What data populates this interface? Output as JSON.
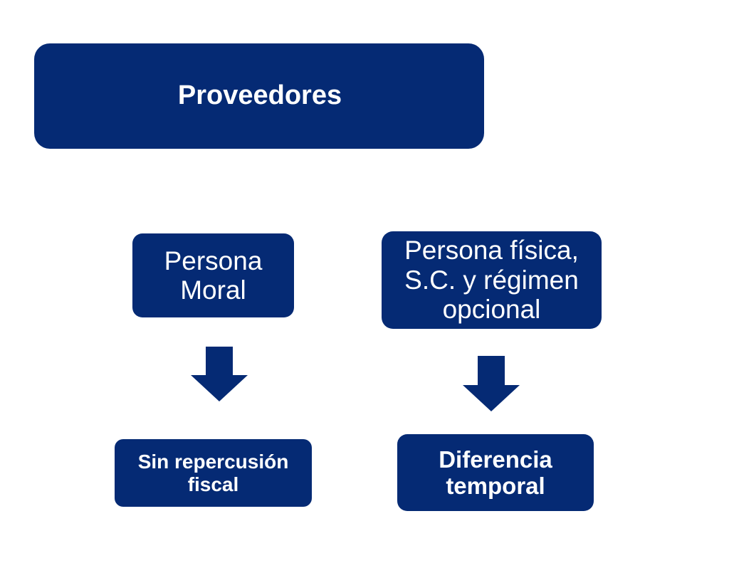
{
  "colors": {
    "box_fill": "#052a74",
    "arrow_fill": "#052a74",
    "text": "#ffffff",
    "background": "#ffffff"
  },
  "diagram": {
    "root": {
      "label": "Proveedores"
    },
    "branches": [
      {
        "category": "Persona Moral",
        "result": "Sin repercusión fiscal"
      },
      {
        "category": "Persona física, S.C. y régimen opcional",
        "result": "Diferencia temporal"
      }
    ]
  }
}
